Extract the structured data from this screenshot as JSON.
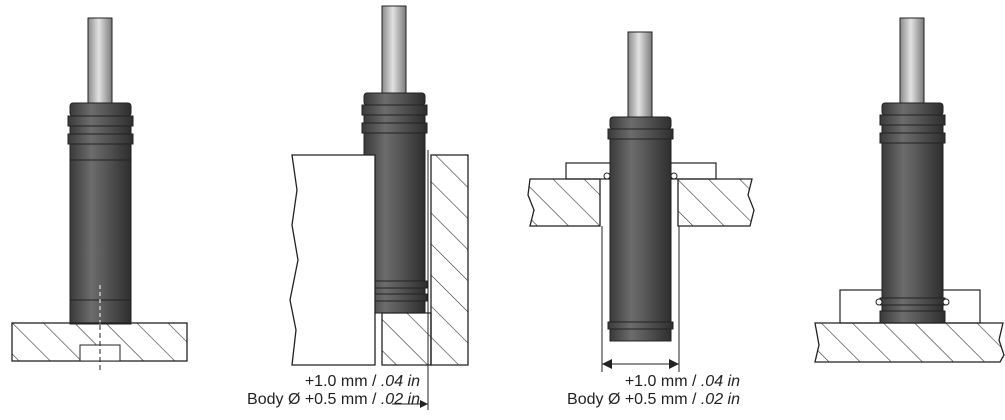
{
  "colors": {
    "body_dark": "#4a4a4a",
    "body_mid": "#6a6a6a",
    "rod_light": "#bfbfbf",
    "outline": "#222222",
    "hatch": "#333333",
    "background": "#ffffff"
  },
  "figures": [
    {
      "id": "fig1",
      "mount": "base-plate-with-threaded-hole",
      "label_lines": []
    },
    {
      "id": "fig2",
      "mount": "side-wall-bore",
      "label_lines": [
        {
          "prefix": "+1.0 mm / ",
          "italic": ".04 in"
        },
        {
          "prefix": "Body Ø +0.5 mm / ",
          "italic": ".02 in"
        }
      ]
    },
    {
      "id": "fig3",
      "mount": "through-plate-with-clamp",
      "label_lines": [
        {
          "prefix": "+1.0 mm / ",
          "italic": ".04 in"
        },
        {
          "prefix": "Body Ø +0.5 mm / ",
          "italic": ".02 in"
        }
      ]
    },
    {
      "id": "fig4",
      "mount": "base-plate-with-collar",
      "label_lines": []
    }
  ]
}
